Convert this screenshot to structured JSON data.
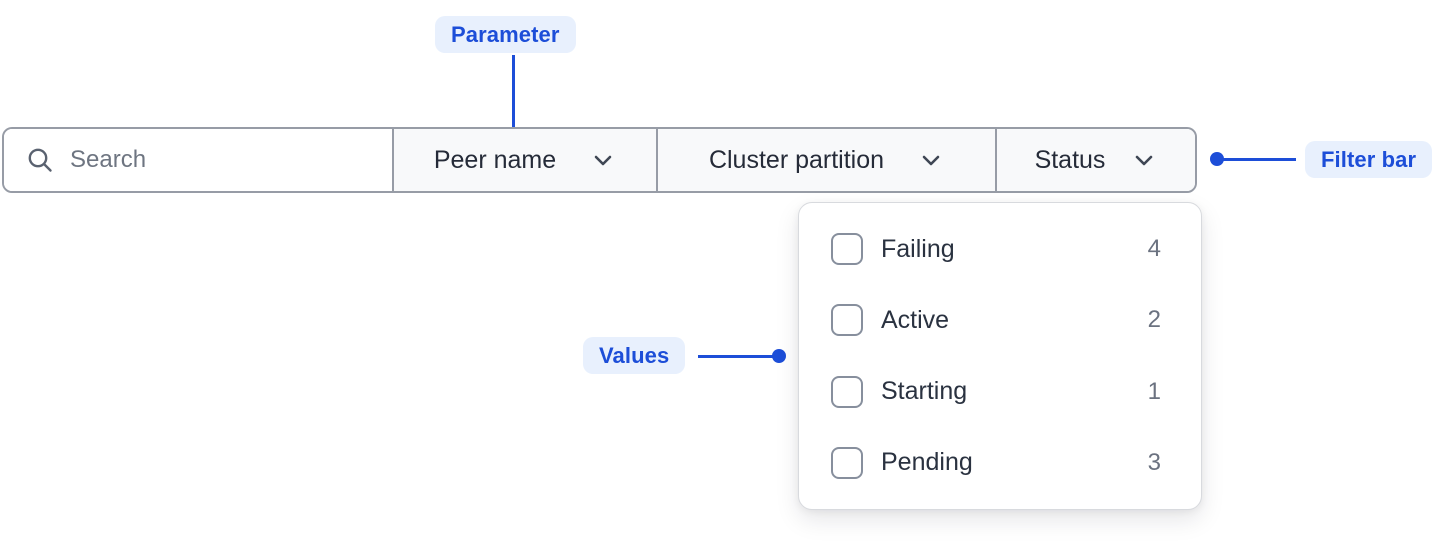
{
  "annotations": {
    "parameter": {
      "text": "Parameter"
    },
    "filter_bar": {
      "text": "Filter bar"
    },
    "values": {
      "text": "Values"
    }
  },
  "filter_bar": {
    "search": {
      "placeholder": "Search",
      "value": ""
    },
    "dropdowns": [
      {
        "label": "Peer name"
      },
      {
        "label": "Cluster partition"
      },
      {
        "label": "Status",
        "open": true
      }
    ]
  },
  "status_dropdown": {
    "items": [
      {
        "label": "Failing",
        "count": "4",
        "checked": false
      },
      {
        "label": "Active",
        "count": "2",
        "checked": false
      },
      {
        "label": "Starting",
        "count": "1",
        "checked": false
      },
      {
        "label": "Pending",
        "count": "3",
        "checked": false
      }
    ]
  },
  "colors": {
    "accent": "#1d4ed8",
    "badge-bg": "#e8f0fd",
    "bar-border": "#979ca6",
    "section-bg": "#f8f9fa",
    "panel-border": "#d8dade",
    "text-dark": "#252b38",
    "text-muted": "#6b7280"
  }
}
